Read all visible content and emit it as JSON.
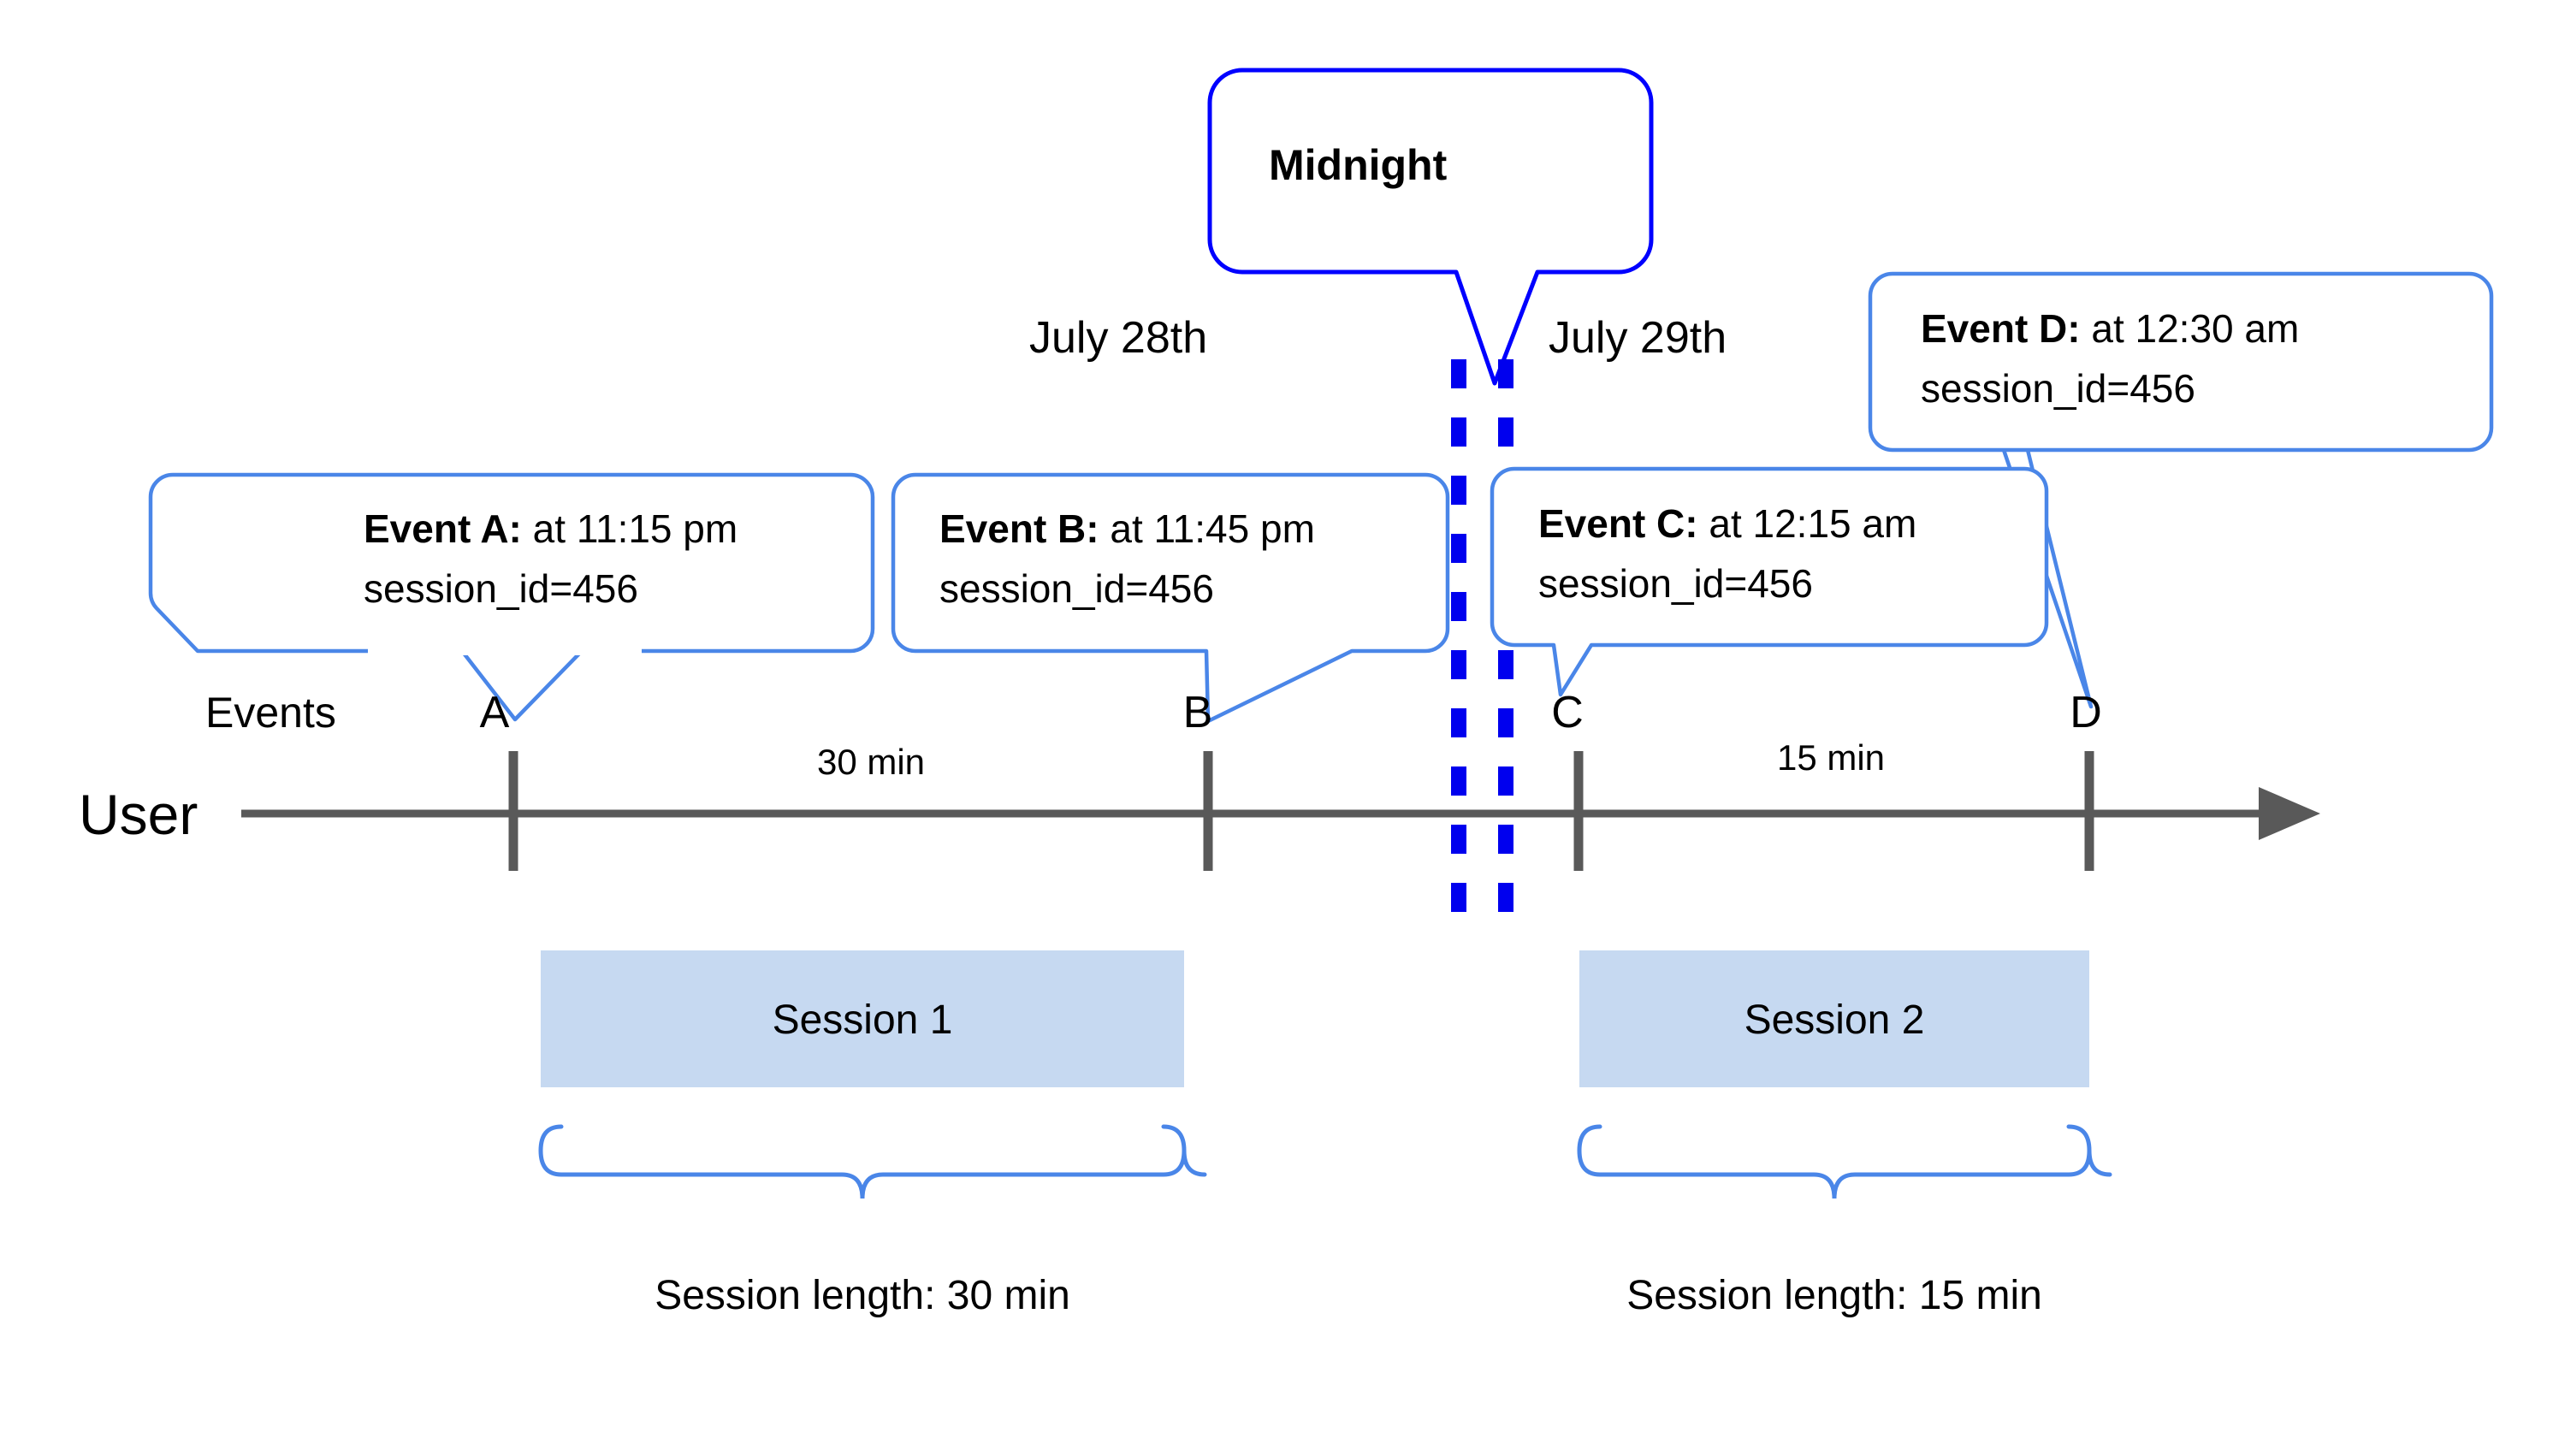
{
  "diagram": {
    "title_callout": {
      "label": "Midnight",
      "border_color": "#0000FF"
    },
    "day_labels": [
      {
        "id": "day-left",
        "label": "July 28th"
      },
      {
        "id": "day-right",
        "label": "July 29th"
      }
    ],
    "lane_labels": {
      "events": "Events",
      "user": "User"
    },
    "event_markers": [
      {
        "id": "A",
        "label": "A"
      },
      {
        "id": "B",
        "label": "B"
      },
      {
        "id": "C",
        "label": "C"
      },
      {
        "id": "D",
        "label": "D"
      }
    ],
    "event_callouts": [
      {
        "id": "event-a",
        "title": "Event A:",
        "time": " at 11:15 pm",
        "detail": "session_id=456",
        "border_color": "#4A86E8"
      },
      {
        "id": "event-b",
        "title": "Event B:",
        "time": " at 11:45 pm",
        "detail": "session_id=456",
        "border_color": "#4A86E8"
      },
      {
        "id": "event-c",
        "title": "Event C:",
        "time": " at 12:15 am",
        "detail": "session_id=456",
        "border_color": "#4A86E8"
      },
      {
        "id": "event-d",
        "title": "Event D:",
        "time": " at 12:30 am",
        "detail": "session_id=456",
        "border_color": "#4A86E8"
      }
    ],
    "gap_labels": [
      {
        "id": "gap-ab",
        "label": "30 min"
      },
      {
        "id": "gap-cd",
        "label": "15 min"
      }
    ],
    "sessions": [
      {
        "id": "session-1",
        "label": "Session 1",
        "length_label": "Session length: 30 min",
        "fill": "#C6D9F1"
      },
      {
        "id": "session-2",
        "label": "Session 2",
        "length_label": "Session length: 15 min",
        "fill": "#C6D9F1"
      }
    ],
    "colors": {
      "axis": "#595959",
      "callout_border": "#4A86E8",
      "midnight_border": "#0000FF",
      "midnight_dash": "#0000EE",
      "session_fill": "#C6D9F1",
      "brace": "#4A86E8",
      "text": "#000000"
    }
  },
  "chart_data": {
    "type": "timeline",
    "title": "User session split at midnight",
    "x": [
      "A",
      "B",
      "C",
      "D"
    ],
    "event_times": [
      "11:15 pm",
      "11:45 pm",
      "12:15 am",
      "12:30 am"
    ],
    "session_ids": [
      456,
      456,
      456,
      456
    ],
    "days": [
      "July 28th",
      "July 29th"
    ],
    "boundary": "Midnight",
    "gaps_min": [
      30,
      15
    ],
    "sessions": [
      {
        "name": "Session 1",
        "events": [
          "A",
          "B"
        ],
        "length_min": 30
      },
      {
        "name": "Session 2",
        "events": [
          "C",
          "D"
        ],
        "length_min": 15
      }
    ]
  }
}
